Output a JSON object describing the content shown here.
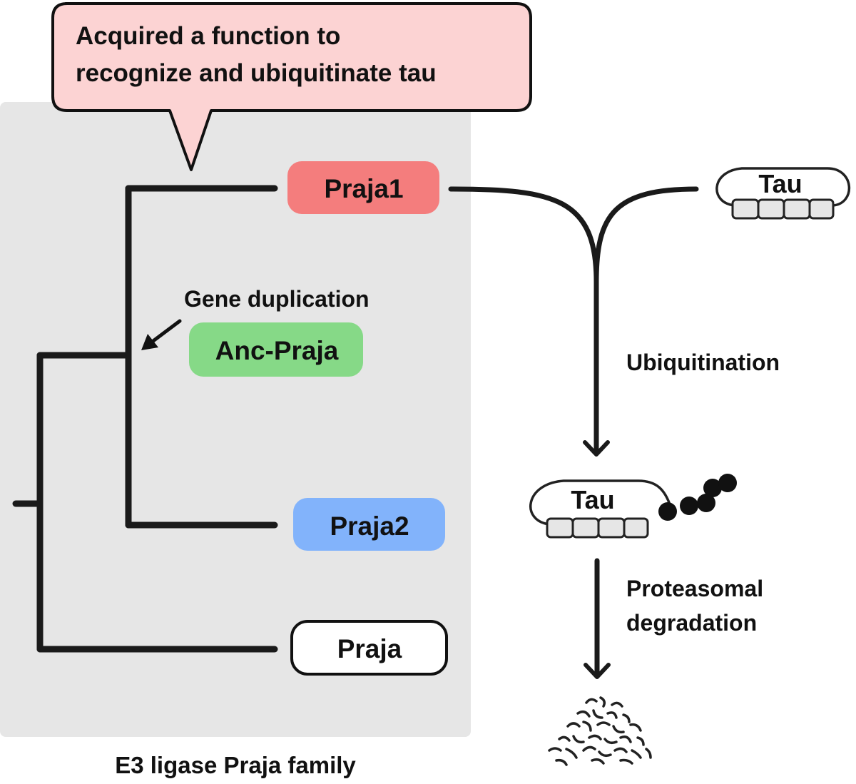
{
  "callout": {
    "line1": "Acquired a function to",
    "line2": "recognize and ubiquitinate tau"
  },
  "tree": {
    "nodes": {
      "praja1": "Praja1",
      "anc_praja": "Anc-Praja",
      "praja2": "Praja2",
      "praja": "Praja"
    },
    "gene_duplication_label": "Gene duplication",
    "family_caption": "E3 ligase Praja family"
  },
  "pathway": {
    "tau_label": "Tau",
    "tau_ub_label": "Tau",
    "ubiquitination_label": "Ubiquitination",
    "degradation_line1": "Proteasomal",
    "degradation_line2": "degradation"
  },
  "colors": {
    "panel_bg": "#e6e6e6",
    "callout_fill": "#fcd3d3",
    "praja1_fill": "#f47d7d",
    "anc_praja_fill": "#86d987",
    "praja2_fill": "#82b3fb",
    "praja_fill": "#ffffff",
    "segment_fill": "#e6e6e6",
    "ink": "#111111"
  }
}
